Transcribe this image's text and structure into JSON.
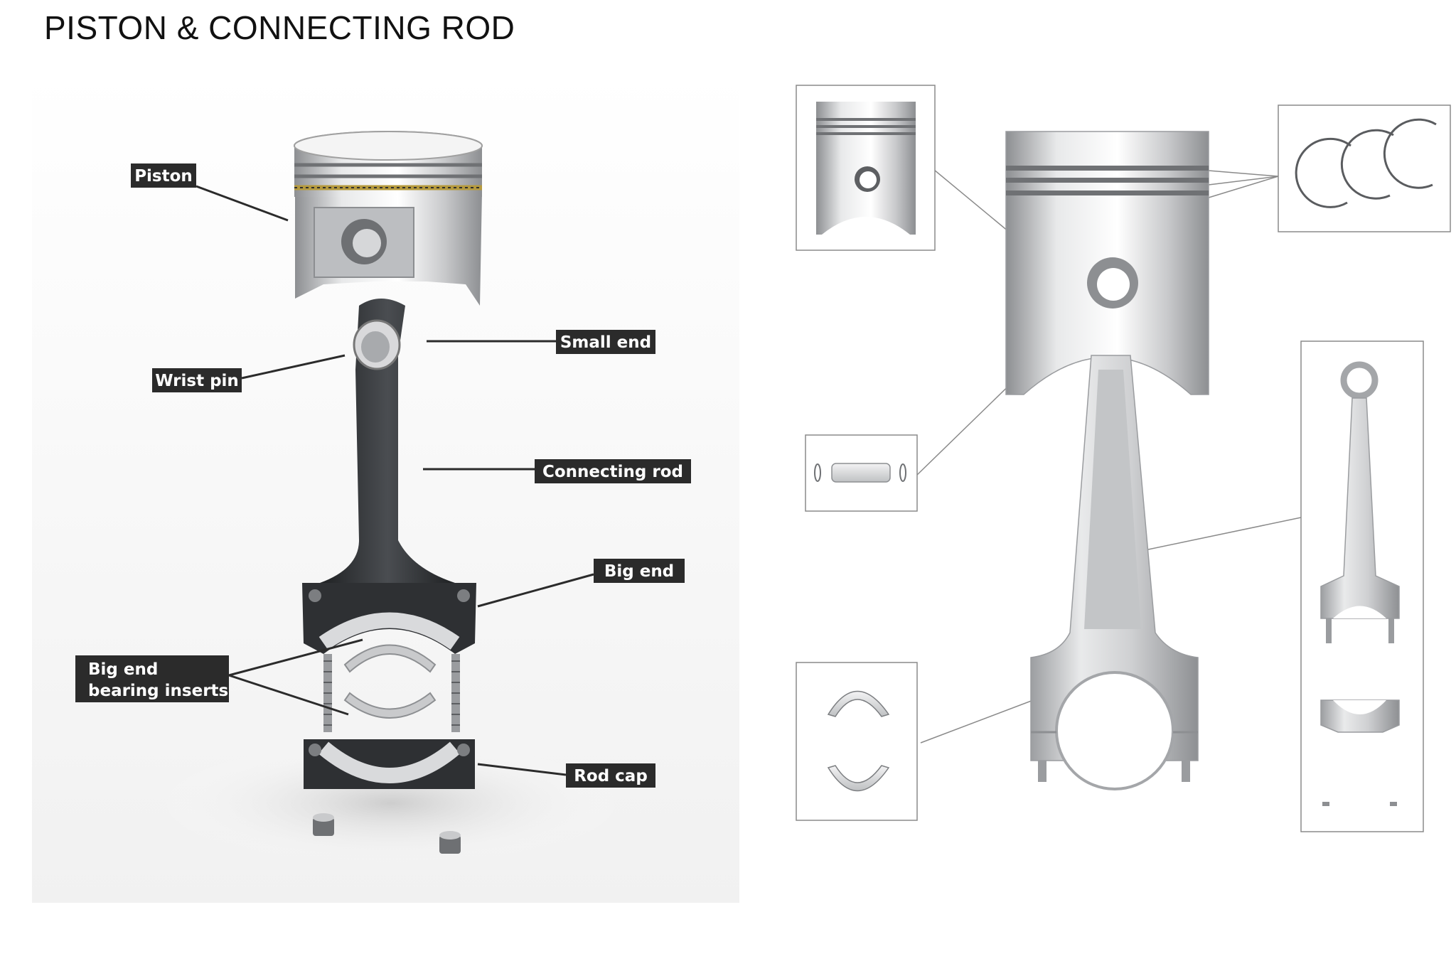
{
  "title": "PISTON & CONNECTING ROD",
  "labels": {
    "piston": "Piston",
    "wrist_pin": "Wrist pin",
    "small_end": "Small end",
    "connecting_rod": "Connecting rod",
    "big_end": "Big end",
    "big_end_bearing_inserts_line1": "Big end",
    "big_end_bearing_inserts_line2": "bearing inserts",
    "rod_cap": "Rod cap"
  },
  "colors": {
    "label_bg": "#2b2b2b",
    "rod_dark": "#2e3033",
    "steel_light": "#d9dadc",
    "steel_mid": "#a9abae",
    "leader_line": "#8a8a8a",
    "ring_gold": "#b59a3e"
  }
}
